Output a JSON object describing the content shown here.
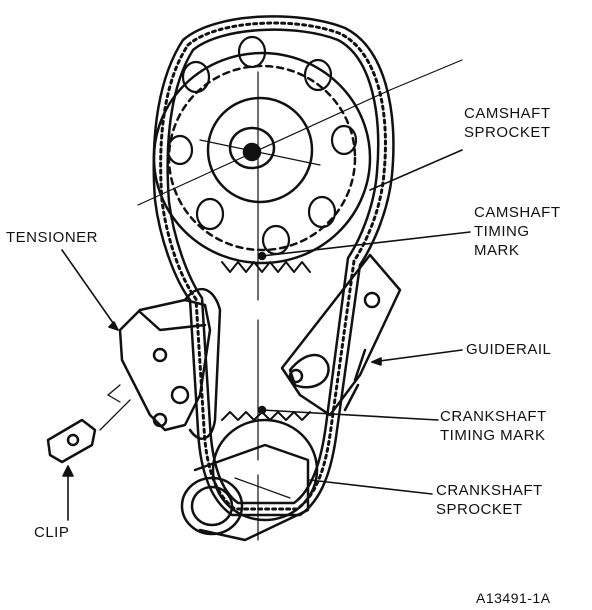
{
  "labels": {
    "camshaft_sprocket": [
      "CAMSHAFT",
      "SPROCKET"
    ],
    "camshaft_timing_mark": [
      "CAMSHAFT",
      "TIMING",
      "MARK"
    ],
    "tensioner": [
      "TENSIONER"
    ],
    "guiderail": [
      "GUIDERAIL"
    ],
    "crankshaft_timing_mark": [
      "CRANKSHAFT",
      "TIMING MARK"
    ],
    "crankshaft_sprocket": [
      "CRANKSHAFT",
      "SPROCKET"
    ],
    "clip": [
      "CLIP"
    ]
  },
  "figure_id": "A13491-1A",
  "colors": {
    "ink": "#111111",
    "paper": "#ffffff"
  }
}
